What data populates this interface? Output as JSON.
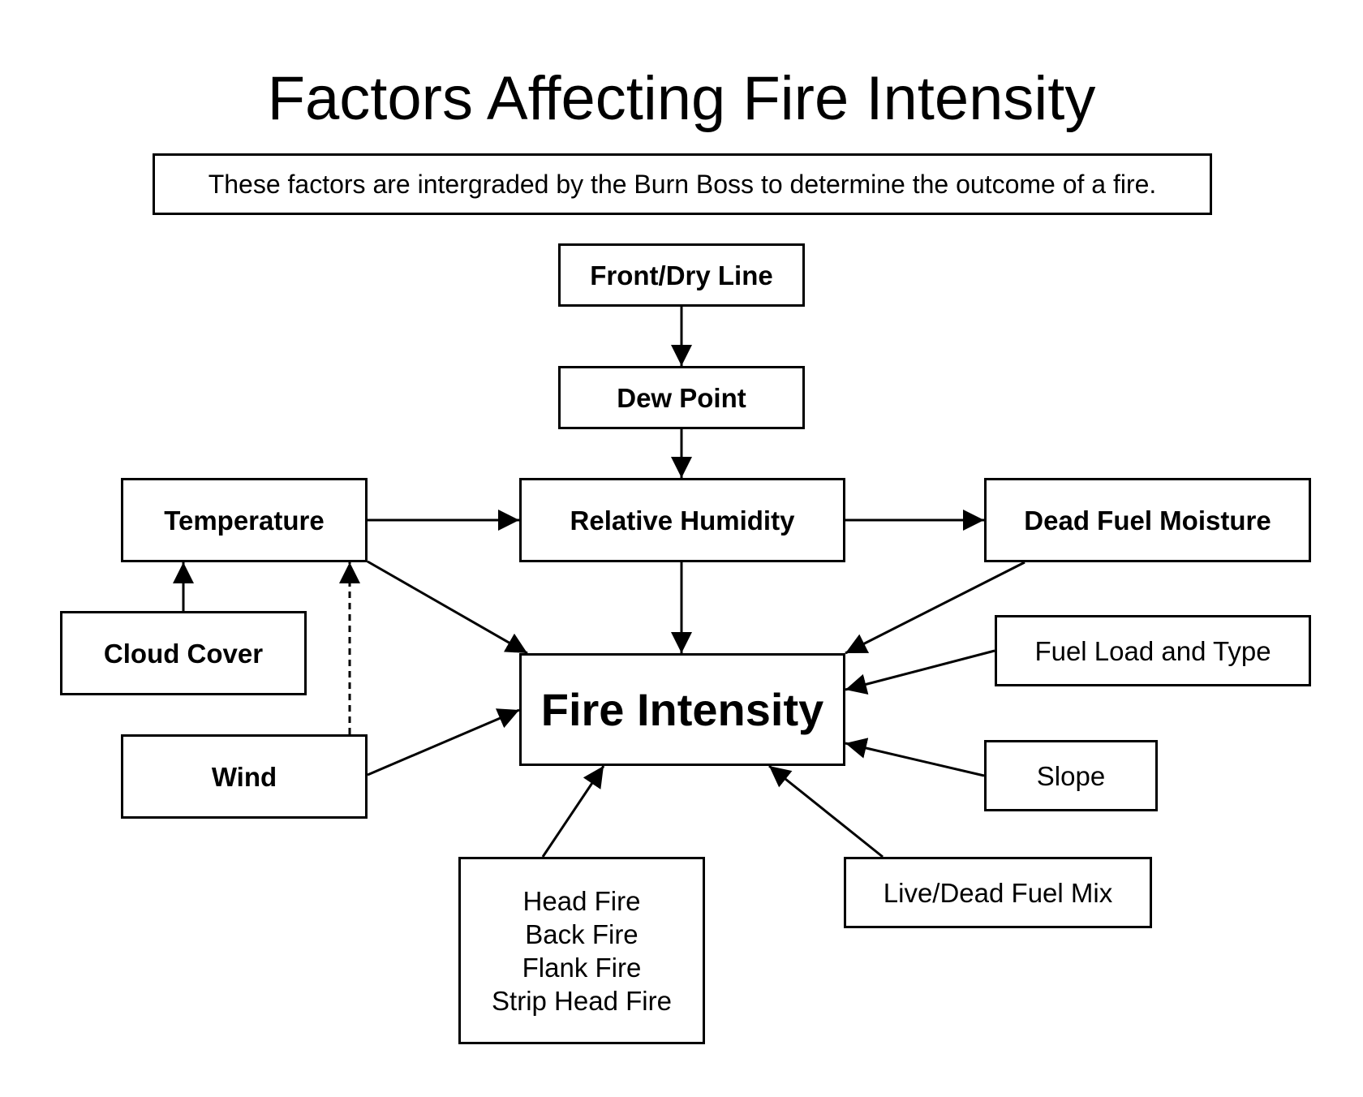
{
  "title": "Factors Affecting Fire Intensity",
  "subtitle": "These factors are intergraded by the Burn Boss to determine the outcome of a fire.",
  "nodes": {
    "front_dry_line": "Front/Dry Line",
    "dew_point": "Dew Point",
    "temperature": "Temperature",
    "relative_humidity": "Relative Humidity",
    "dead_fuel_moisture": "Dead Fuel Moisture",
    "cloud_cover": "Cloud Cover",
    "fire_intensity": "Fire Intensity",
    "fuel_load_and_type": "Fuel Load and Type",
    "wind": "Wind",
    "slope": "Slope",
    "firing_techniques": [
      "Head Fire",
      "Back Fire",
      "Flank Fire",
      "Strip Head Fire"
    ],
    "live_dead_fuel_mix": "Live/Dead Fuel Mix"
  },
  "edges": [
    {
      "from": "front_dry_line",
      "to": "dew_point",
      "style": "solid"
    },
    {
      "from": "dew_point",
      "to": "relative_humidity",
      "style": "solid"
    },
    {
      "from": "temperature",
      "to": "relative_humidity",
      "style": "solid"
    },
    {
      "from": "relative_humidity",
      "to": "dead_fuel_moisture",
      "style": "solid"
    },
    {
      "from": "cloud_cover",
      "to": "temperature",
      "style": "solid"
    },
    {
      "from": "wind",
      "to": "temperature",
      "style": "dashed"
    },
    {
      "from": "temperature",
      "to": "fire_intensity",
      "style": "solid"
    },
    {
      "from": "relative_humidity",
      "to": "fire_intensity",
      "style": "solid"
    },
    {
      "from": "dead_fuel_moisture",
      "to": "fire_intensity",
      "style": "solid"
    },
    {
      "from": "fuel_load_and_type",
      "to": "fire_intensity",
      "style": "solid"
    },
    {
      "from": "wind",
      "to": "fire_intensity",
      "style": "solid"
    },
    {
      "from": "slope",
      "to": "fire_intensity",
      "style": "solid"
    },
    {
      "from": "firing_techniques",
      "to": "fire_intensity",
      "style": "solid"
    },
    {
      "from": "live_dead_fuel_mix",
      "to": "fire_intensity",
      "style": "solid"
    }
  ]
}
